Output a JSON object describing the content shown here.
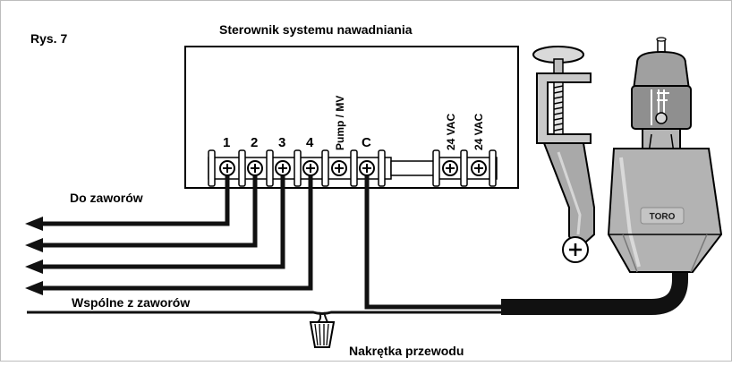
{
  "figure_label": "Rys. 7",
  "title": "Sterownik systemu nawadniania",
  "terminals": [
    {
      "label": "1"
    },
    {
      "label": "2"
    },
    {
      "label": "3"
    },
    {
      "label": "4"
    },
    {
      "label": "Pump / MV"
    },
    {
      "label": "C"
    },
    {
      "label": "24 VAC"
    },
    {
      "label": "24 VAC"
    }
  ],
  "labels": {
    "to_valves": "Do zaworów",
    "common_from_valves": "Wspólne z zaworów",
    "wire_nut": "Nakrętka przewodu"
  },
  "sensor_brand": "TORO"
}
